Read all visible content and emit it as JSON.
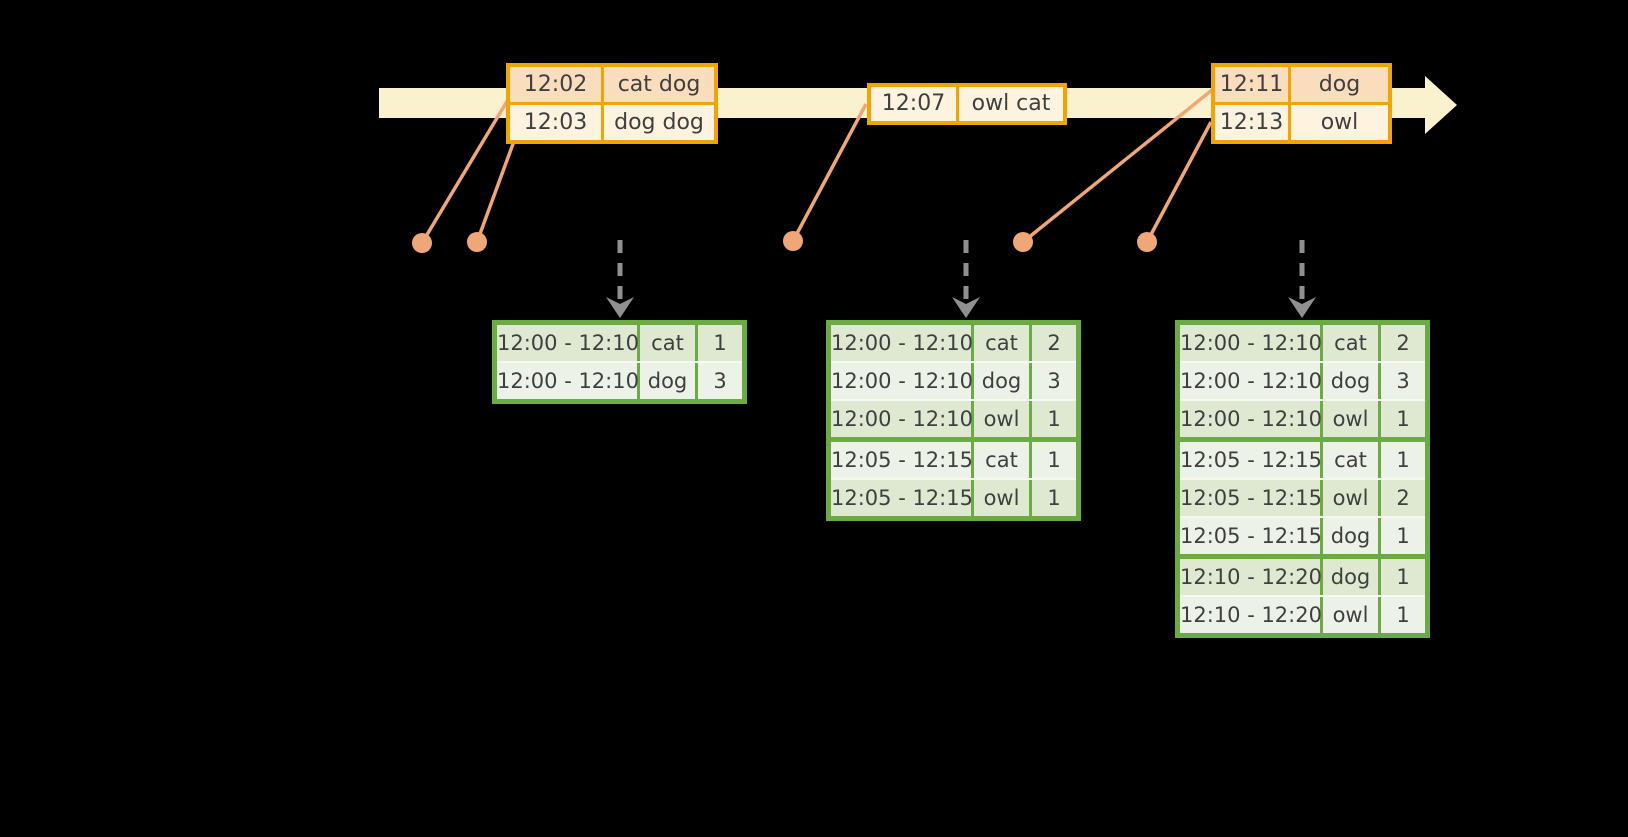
{
  "colors": {
    "background": "#000000",
    "timeline_fill": "#FAF2CE",
    "event_border": "#F0A405",
    "event_row_peach": "#FADDBC",
    "event_row_cream": "#FDF3DF",
    "connector": "#F0A778",
    "result_border": "#6CAB44",
    "result_row_dark": "#DFE9D2",
    "result_row_light": "#EDF2E9",
    "row_separator": "#F8F8F3",
    "arrow_gray": "#909090",
    "text": "#3F3F3F"
  },
  "icons": {
    "timeline": "right-block-arrow-icon",
    "trigger": "dashed-down-arrow-icon",
    "event_marker": "dot-icon"
  },
  "event_tables": [
    {
      "rows": [
        {
          "time": "12:02",
          "words": "cat dog",
          "tone": "peach"
        },
        {
          "time": "12:03",
          "words": "dog dog",
          "tone": "cream"
        }
      ]
    },
    {
      "rows": [
        {
          "time": "12:07",
          "words": "owl cat",
          "tone": "cream"
        }
      ]
    },
    {
      "rows": [
        {
          "time": "12:11",
          "words": "dog",
          "tone": "peach"
        },
        {
          "time": "12:13",
          "words": "owl",
          "tone": "cream"
        }
      ]
    }
  ],
  "result_tables": [
    {
      "rows": [
        {
          "window": "12:00 - 12:10",
          "word": "cat",
          "count": "1"
        },
        {
          "window": "12:00 - 12:10",
          "word": "dog",
          "count": "3"
        }
      ]
    },
    {
      "rows": [
        {
          "window": "12:00 - 12:10",
          "word": "cat",
          "count": "2"
        },
        {
          "window": "12:00 - 12:10",
          "word": "dog",
          "count": "3"
        },
        {
          "window": "12:00 - 12:10",
          "word": "owl",
          "count": "1"
        },
        {
          "window": "12:05 - 12:15",
          "word": "cat",
          "count": "1",
          "group_start": true
        },
        {
          "window": "12:05 - 12:15",
          "word": "owl",
          "count": "1"
        }
      ]
    },
    {
      "rows": [
        {
          "window": "12:00 - 12:10",
          "word": "cat",
          "count": "2"
        },
        {
          "window": "12:00 - 12:10",
          "word": "dog",
          "count": "3"
        },
        {
          "window": "12:00 - 12:10",
          "word": "owl",
          "count": "1"
        },
        {
          "window": "12:05 - 12:15",
          "word": "cat",
          "count": "1",
          "group_start": true
        },
        {
          "window": "12:05 - 12:15",
          "word": "owl",
          "count": "2"
        },
        {
          "window": "12:05 - 12:15",
          "word": "dog",
          "count": "1"
        },
        {
          "window": "12:10 - 12:20",
          "word": "dog",
          "count": "1",
          "group_start": true
        },
        {
          "window": "12:10 - 12:20",
          "word": "owl",
          "count": "1"
        }
      ]
    }
  ]
}
